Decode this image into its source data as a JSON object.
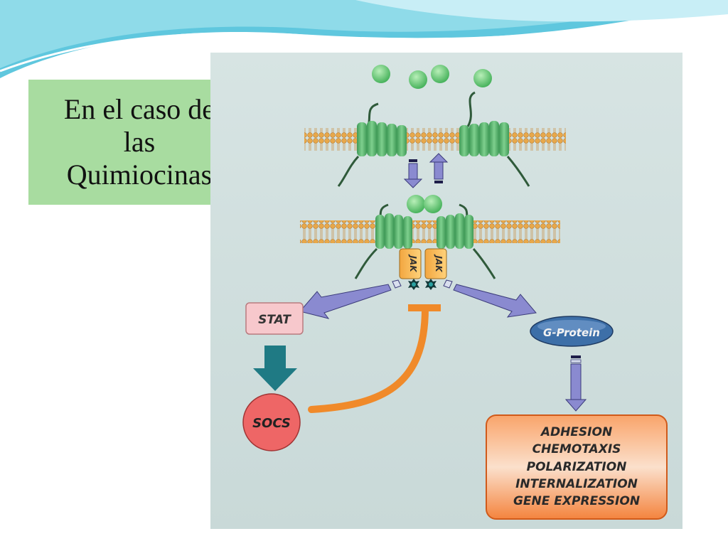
{
  "slide": {
    "title_lines": [
      "En el caso de",
      "las",
      "Quimiocinas"
    ]
  },
  "diagram": {
    "jak_left": "JAK",
    "jak_right": "JAK",
    "stat": "STAT",
    "socs": "SOCS",
    "gprotein": "G-Protein",
    "outcomes": [
      "ADHESION",
      "CHEMOTAXIS",
      "POLARIZATION",
      "INTERNALIZATION",
      "GENE EXPRESSION"
    ]
  },
  "colors": {
    "title_bg": "#a8dca0",
    "receptor": "#55b46a",
    "arrow": "#8a8ad0",
    "inhibit": "#f08a2a",
    "stat_fill": "#f7c8cc",
    "socs_fill": "#ee6666",
    "gprotein_fill": "#3d6fa8",
    "outcome_fill": "#f4843e"
  }
}
